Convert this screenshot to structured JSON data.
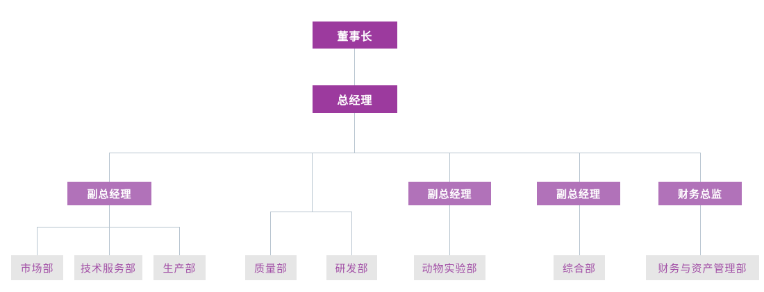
{
  "org_chart": {
    "type": "org-tree",
    "nodes": {
      "chairman": {
        "label": "董事长",
        "level": 1
      },
      "general_manager": {
        "label": "总经理",
        "level": 2
      },
      "deputy_gm_1": {
        "label": "副总经理",
        "level": 3
      },
      "deputy_gm_2": {
        "label": "副总经理",
        "level": 3
      },
      "deputy_gm_3": {
        "label": "副总经理",
        "level": 3
      },
      "finance_director": {
        "label": "财务总监",
        "level": 3
      },
      "marketing_dept": {
        "label": "市场部",
        "level": 4
      },
      "tech_service_dept": {
        "label": "技术服务部",
        "level": 4
      },
      "production_dept": {
        "label": "生产部",
        "level": 4
      },
      "quality_dept": {
        "label": "质量部",
        "level": 4
      },
      "rd_dept": {
        "label": "研发部",
        "level": 4
      },
      "animal_lab_dept": {
        "label": "动物实验部",
        "level": 4
      },
      "general_dept": {
        "label": "综合部",
        "level": 4
      },
      "finance_asset_dept": {
        "label": "财务与资产管理部",
        "level": 4
      }
    },
    "hierarchy": {
      "chairman": [
        "general_manager"
      ],
      "general_manager": [
        "deputy_gm_1",
        "unlabeled_branch",
        "deputy_gm_2",
        "deputy_gm_3",
        "finance_director"
      ],
      "deputy_gm_1": [
        "marketing_dept",
        "tech_service_dept",
        "production_dept"
      ],
      "unlabeled_branch": [
        "quality_dept",
        "rd_dept"
      ],
      "deputy_gm_2": [
        "animal_lab_dept"
      ],
      "deputy_gm_3": [
        "general_dept"
      ],
      "finance_director": [
        "finance_asset_dept"
      ]
    },
    "colors": {
      "level1_box": "#9C3A9E",
      "level2_box": "#B172B9",
      "dept_box_bg": "#E6E6E6",
      "dept_box_text": "#A24FA6",
      "connector": "#B7C4CF",
      "executive_text": "#FFFFFF"
    }
  }
}
